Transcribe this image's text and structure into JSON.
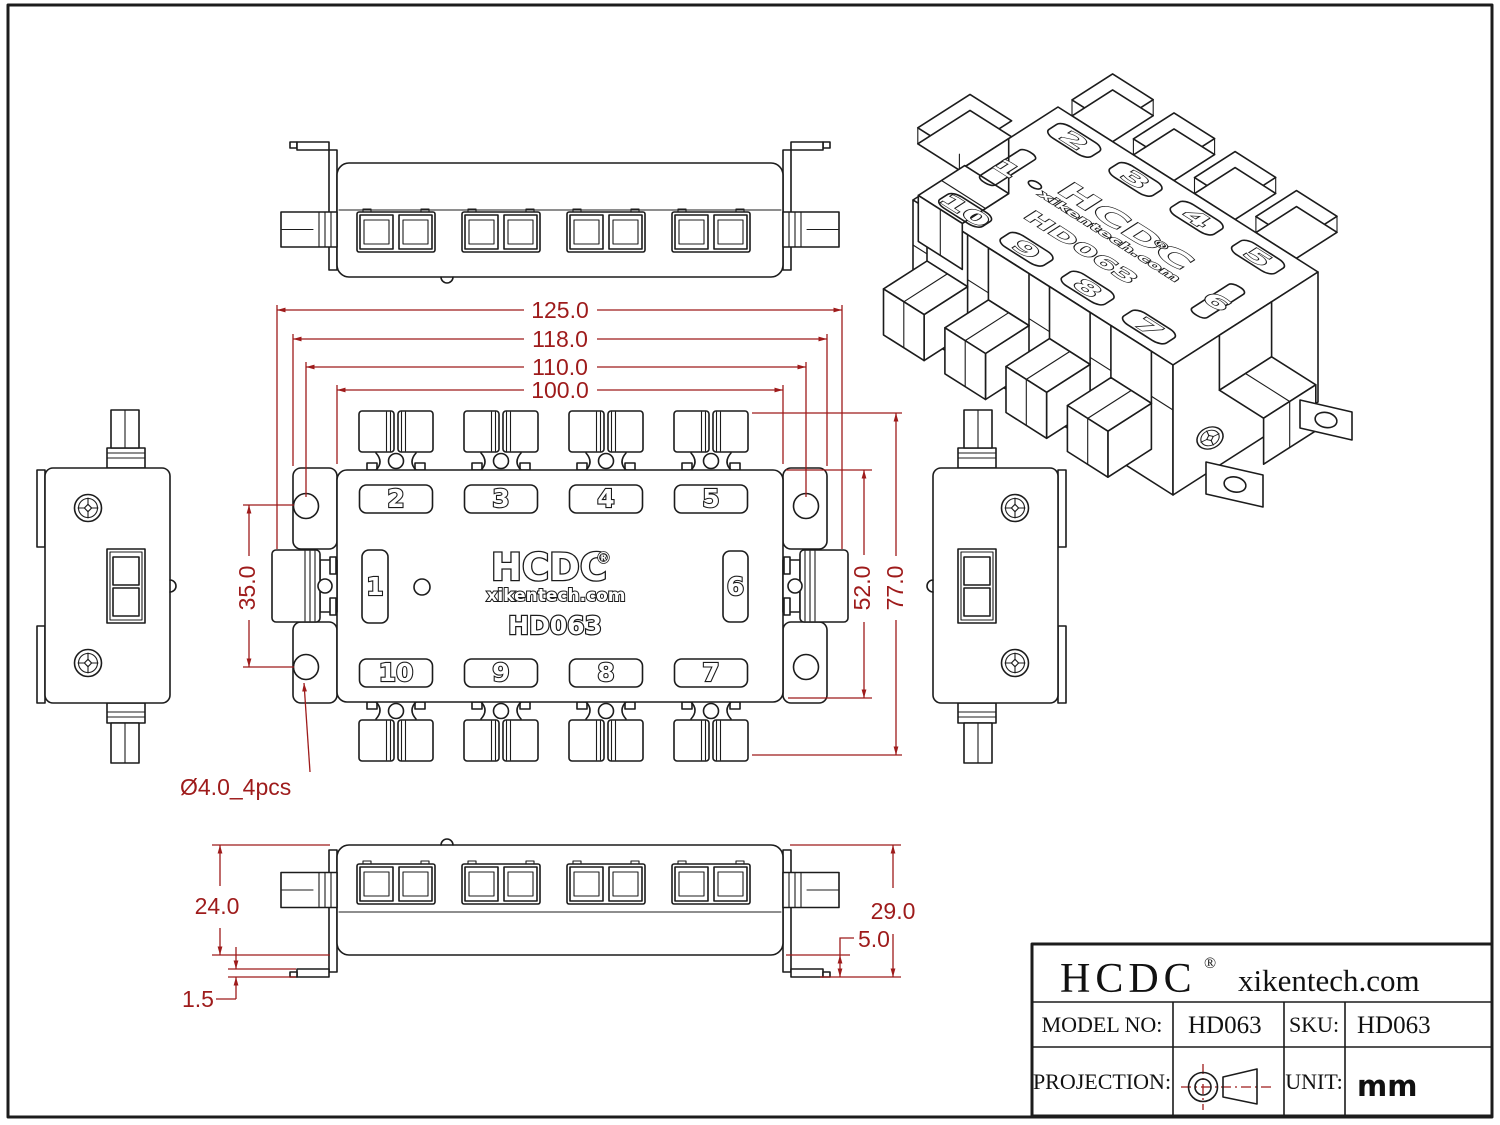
{
  "brand": {
    "name": "HCDC",
    "registered": "®",
    "website": "xikentech.com",
    "model": "HD063"
  },
  "ports": [
    "1",
    "2",
    "3",
    "4",
    "5",
    "6",
    "7",
    "8",
    "9",
    "10"
  ],
  "dimensions": {
    "overall_width": "125.0",
    "bracket_width": "118.0",
    "hole_span": "110.0",
    "body_width": "100.0",
    "hole_pitch": "35.0",
    "body_depth": "52.0",
    "overall_depth": "77.0",
    "hole_note": "Ø4.0_4pcs",
    "body_height": "24.0",
    "overall_height": "29.0",
    "bracket_offset": "5.0",
    "bracket_thickness": "1.5"
  },
  "title_block": {
    "brand": "HCDC",
    "registered": "®",
    "website": "xikentech.com",
    "model_label": "MODEL NO:",
    "model_value": "HD063",
    "sku_label": "SKU:",
    "sku_value": "HD063",
    "projection_label": "PROJECTION:",
    "unit_label": "UNIT:",
    "unit_value": "mm"
  },
  "colors": {
    "line": "#1c1c1c",
    "dimension": "#9e1b1b",
    "background": "#ffffff"
  }
}
